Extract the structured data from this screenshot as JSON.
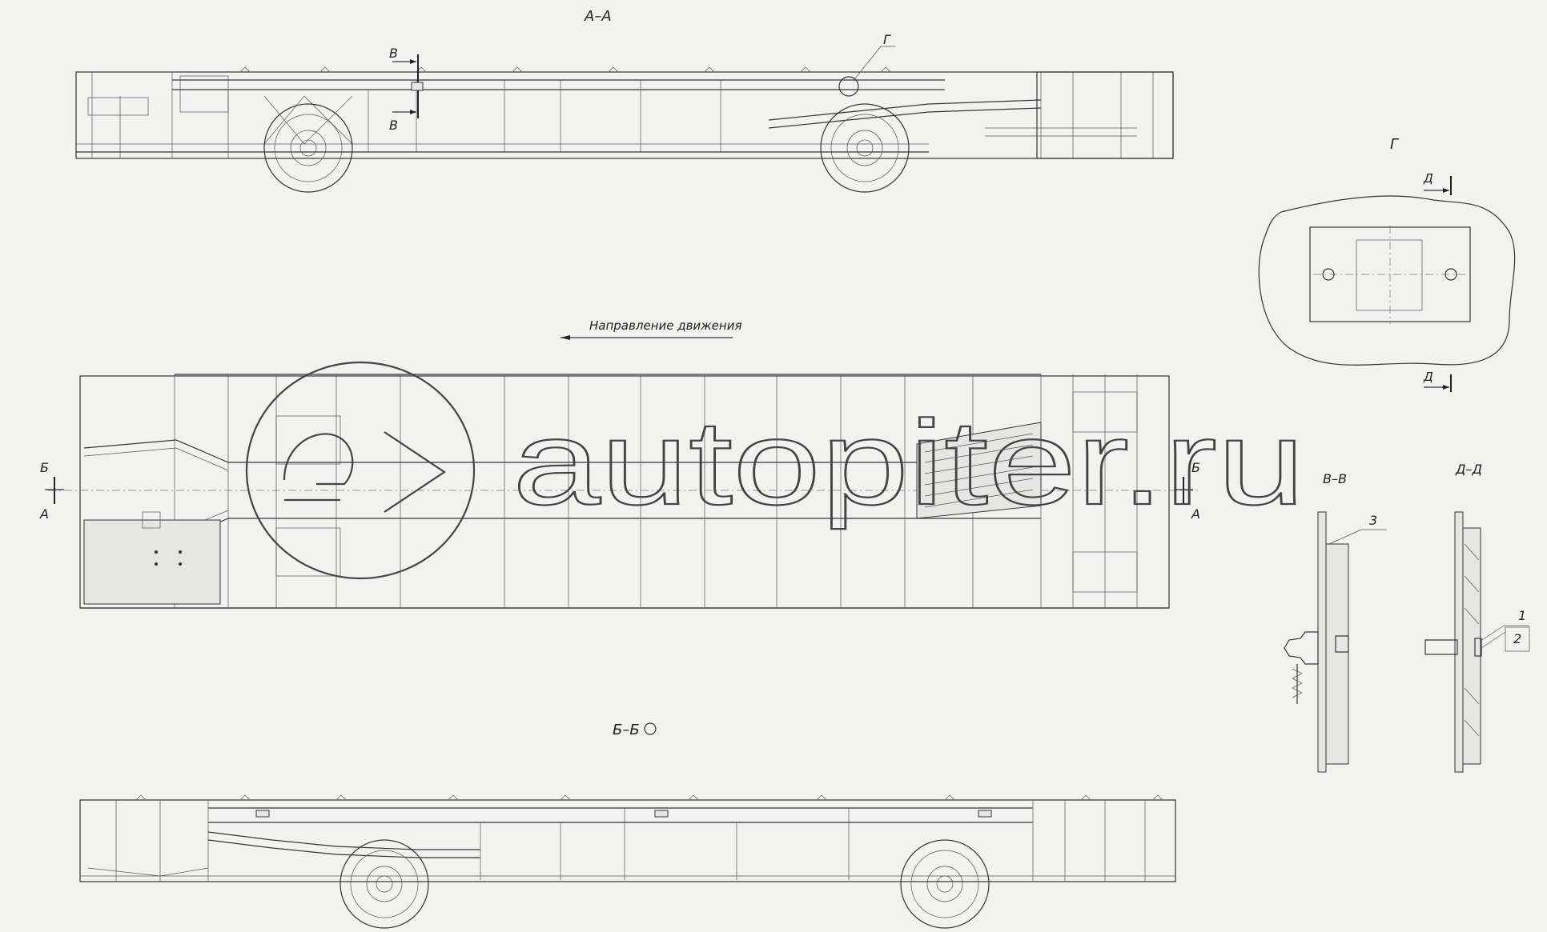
{
  "views": {
    "section_aa": "А–А",
    "section_bb": "Б–Б",
    "view_g": "Г",
    "section_vv": "В–В",
    "section_dd": "Д–Д"
  },
  "markers": {
    "v": "В",
    "g": "Г",
    "d": "Д",
    "b": "Б",
    "a": "А"
  },
  "direction_label": "Направление движения",
  "callouts": {
    "c1": "1",
    "c2": "2",
    "c3": "3"
  },
  "watermark": {
    "text": "autopiter.ru"
  }
}
